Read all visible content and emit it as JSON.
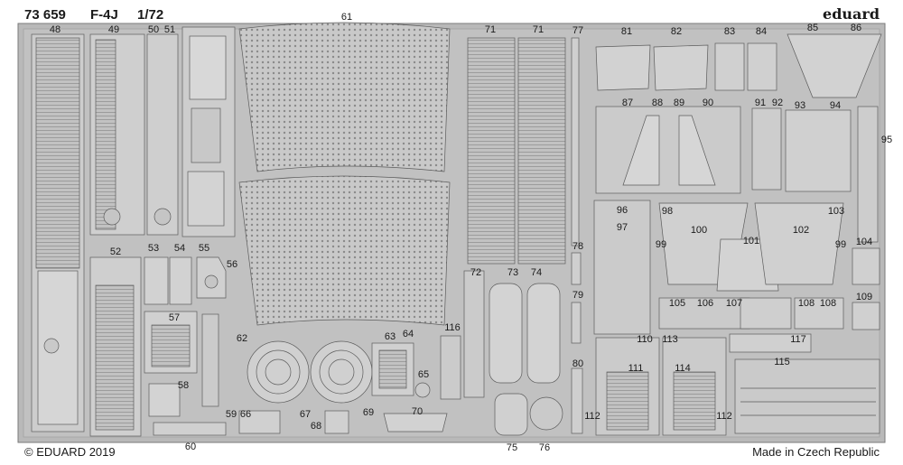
{
  "header": {
    "code": "73 659",
    "model": "F-4J",
    "scale": "1/72",
    "brand": "eduard"
  },
  "footer": {
    "copyright": "© EDUARD 2019",
    "origin": "Made in Czech Republic"
  },
  "colors": {
    "background": "#ffffff",
    "fret": "#b9b9b9",
    "part": "#d3d3d3",
    "line": "#5c5c5c",
    "text": "#1a1a1a"
  },
  "parts": [
    {
      "id": "48",
      "name": "part-48"
    },
    {
      "id": "49",
      "name": "part-49"
    },
    {
      "id": "50",
      "name": "part-50"
    },
    {
      "id": "51",
      "name": "part-51"
    },
    {
      "id": "52",
      "name": "part-52"
    },
    {
      "id": "53",
      "name": "part-53"
    },
    {
      "id": "54",
      "name": "part-54"
    },
    {
      "id": "55",
      "name": "part-55"
    },
    {
      "id": "56",
      "name": "part-56"
    },
    {
      "id": "57",
      "name": "part-57"
    },
    {
      "id": "58",
      "name": "part-58"
    },
    {
      "id": "59",
      "name": "part-59"
    },
    {
      "id": "60",
      "name": "part-60"
    },
    {
      "id": "61",
      "name": "part-61"
    },
    {
      "id": "62",
      "name": "part-62"
    },
    {
      "id": "63",
      "name": "part-63"
    },
    {
      "id": "64",
      "name": "part-64"
    },
    {
      "id": "65",
      "name": "part-65"
    },
    {
      "id": "66",
      "name": "part-66"
    },
    {
      "id": "67",
      "name": "part-67"
    },
    {
      "id": "68",
      "name": "part-68"
    },
    {
      "id": "69",
      "name": "part-69"
    },
    {
      "id": "70",
      "name": "part-70"
    },
    {
      "id": "71",
      "name": "part-71-left"
    },
    {
      "id": "71",
      "name": "part-71-right"
    },
    {
      "id": "72",
      "name": "part-72"
    },
    {
      "id": "73",
      "name": "part-73"
    },
    {
      "id": "74",
      "name": "part-74"
    },
    {
      "id": "75",
      "name": "part-75"
    },
    {
      "id": "76",
      "name": "part-76"
    },
    {
      "id": "77",
      "name": "part-77"
    },
    {
      "id": "78",
      "name": "part-78"
    },
    {
      "id": "79",
      "name": "part-79"
    },
    {
      "id": "80",
      "name": "part-80"
    },
    {
      "id": "81",
      "name": "part-81"
    },
    {
      "id": "82",
      "name": "part-82"
    },
    {
      "id": "83",
      "name": "part-83"
    },
    {
      "id": "84",
      "name": "part-84"
    },
    {
      "id": "85",
      "name": "part-85"
    },
    {
      "id": "86",
      "name": "part-86"
    },
    {
      "id": "87",
      "name": "part-87"
    },
    {
      "id": "88",
      "name": "part-88"
    },
    {
      "id": "89",
      "name": "part-89"
    },
    {
      "id": "90",
      "name": "part-90"
    },
    {
      "id": "91",
      "name": "part-91"
    },
    {
      "id": "92",
      "name": "part-92"
    },
    {
      "id": "93",
      "name": "part-93"
    },
    {
      "id": "94",
      "name": "part-94"
    },
    {
      "id": "95",
      "name": "part-95"
    },
    {
      "id": "96",
      "name": "part-96"
    },
    {
      "id": "97",
      "name": "part-97"
    },
    {
      "id": "98",
      "name": "part-98"
    },
    {
      "id": "99",
      "name": "part-99-left"
    },
    {
      "id": "99",
      "name": "part-99-right"
    },
    {
      "id": "100",
      "name": "part-100"
    },
    {
      "id": "101",
      "name": "part-101"
    },
    {
      "id": "102",
      "name": "part-102"
    },
    {
      "id": "103",
      "name": "part-103"
    },
    {
      "id": "104",
      "name": "part-104"
    },
    {
      "id": "105",
      "name": "part-105"
    },
    {
      "id": "106",
      "name": "part-106"
    },
    {
      "id": "107",
      "name": "part-107"
    },
    {
      "id": "108",
      "name": "part-108-left"
    },
    {
      "id": "108",
      "name": "part-108-right"
    },
    {
      "id": "109",
      "name": "part-109"
    },
    {
      "id": "110",
      "name": "part-110"
    },
    {
      "id": "111",
      "name": "part-111"
    },
    {
      "id": "112",
      "name": "part-112-left"
    },
    {
      "id": "112",
      "name": "part-112-right"
    },
    {
      "id": "113",
      "name": "part-113"
    },
    {
      "id": "114",
      "name": "part-114"
    },
    {
      "id": "115",
      "name": "part-115"
    },
    {
      "id": "116",
      "name": "part-116"
    },
    {
      "id": "117",
      "name": "part-117"
    }
  ]
}
